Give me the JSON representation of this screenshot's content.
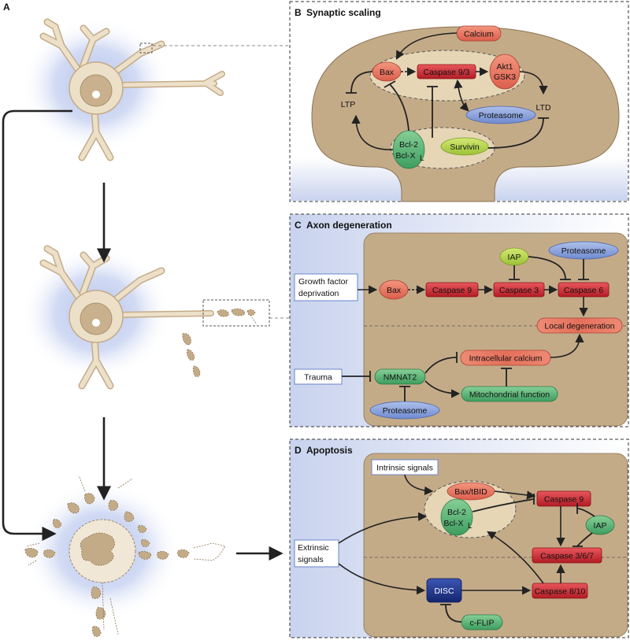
{
  "panels": {
    "a": {
      "label": "A"
    },
    "b": {
      "label": "B",
      "title": "Synaptic scaling"
    },
    "c": {
      "label": "C",
      "title": "Axon degeneration"
    },
    "d": {
      "label": "D",
      "title": "Apoptosis"
    }
  },
  "synaptic": {
    "calcium": "Calcium",
    "bax": "Bax",
    "caspase93": "Caspase 9/3",
    "akt1": "Akt1",
    "gsk3": "GSK3",
    "proteasome": "Proteasome",
    "ltp": "LTP",
    "ltd": "LTD",
    "bcl2": "Bcl-2",
    "bclxl": "Bcl-X",
    "bclxl_sub": "L",
    "survivin": "Survivin"
  },
  "axon": {
    "growth_factor_line1": "Growth factor",
    "growth_factor_line2": "deprivation",
    "bax": "Bax",
    "caspase9": "Caspase 9",
    "caspase3": "Caspase 3",
    "caspase6": "Caspase 6",
    "iap": "IAP",
    "proteasome_top": "Proteasome",
    "local_degeneration": "Local degeneration",
    "trauma": "Trauma",
    "nmnat2": "NMNAT2",
    "intracellular_calcium": "Intracellular calcium",
    "mitochondrial_function": "Mitochondrial function",
    "proteasome_bottom": "Proteasome"
  },
  "apoptosis": {
    "intrinsic": "Intrinsic signals",
    "bax_tbid": "Bax/tBID",
    "bcl2": "Bcl-2",
    "bclxl": "Bcl-X",
    "bclxl_sub": "L",
    "caspase9": "Caspase 9",
    "iap": "IAP",
    "caspase367": "Caspase 3/6/7",
    "extrinsic_line1": "Extrinsic",
    "extrinsic_line2": "signals",
    "disc": "DISC",
    "caspase810": "Caspase 8/10",
    "cflip": "c-FLIP"
  },
  "colors": {
    "caspase_red": "#c8222b",
    "bax_salmon": "#e8735e",
    "bcl_green": "#5fb67a",
    "survivin_lime": "#b5d34a",
    "proteasome_blue": "#8aa3dc",
    "disc_navy": "#23388f",
    "cell_tan": "#c4ab88",
    "cell_body": "#ede0c8",
    "glow_blue": "#b9c6ec"
  }
}
